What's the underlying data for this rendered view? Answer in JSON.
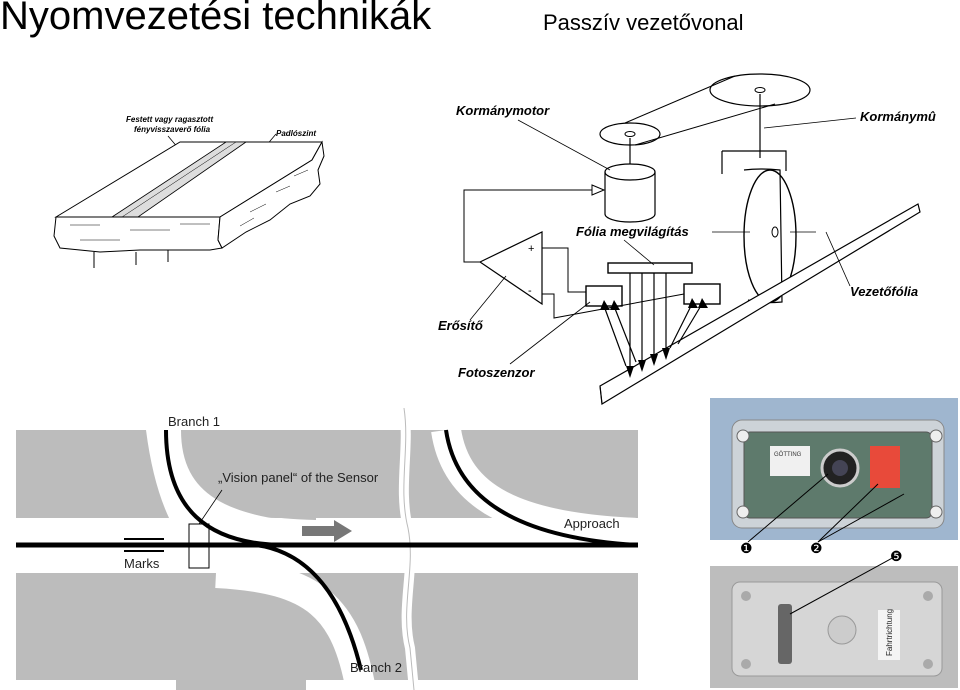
{
  "header": {
    "title": "Nyomvezetési technikák",
    "subtitle": "Passzív vezetővonal"
  },
  "floor_diagram": {
    "label_tape": "Festett vagy ragasztott fényvisszaverő fólia",
    "label_tape_line1": "Festett vagy ragasztott",
    "label_tape_line2": "fényvisszaverő fólia",
    "label_floor": "Padlószint"
  },
  "steering_diagram": {
    "motor": "Kormánymotor",
    "steering_unit": "Kormánymû",
    "illumination": "Fólia megvilágítás",
    "amplifier": "Erősítő",
    "photosensor": "Fotoszenzor",
    "guide_tape": "Vezetőfólia",
    "plus": "+",
    "minus": "-"
  },
  "branch_diagram": {
    "branch1": "Branch 1",
    "branch2": "Branch 2",
    "vision_panel": "„Vision panel“ of the Sensor",
    "approach": "Approach",
    "marks": "Marks"
  },
  "sensor_photo": {
    "callout1": "❶",
    "callout2": "❷",
    "callout5": "❺",
    "label_text": "GÖTTING",
    "fahrtrichtung": "Fahrtrichtung"
  }
}
